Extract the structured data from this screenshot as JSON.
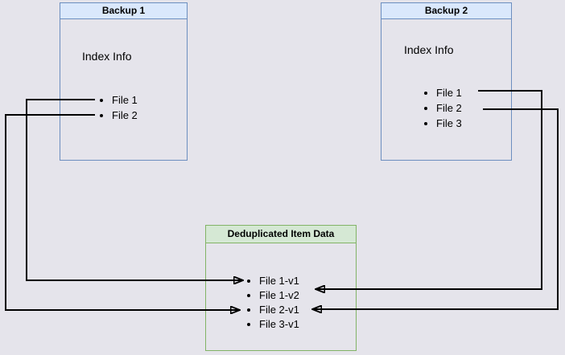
{
  "diagram": {
    "backup1": {
      "title": "Backup 1",
      "index_label": "Index Info",
      "files": [
        "File 1",
        "File 2"
      ]
    },
    "backup2": {
      "title": "Backup 2",
      "index_label": "Index Info",
      "files": [
        "File 1",
        "File 2",
        "File 3"
      ]
    },
    "dedup": {
      "title": "Deduplicated Item Data",
      "items": [
        "File 1-v1",
        "File 1-v2",
        "File 2-v1",
        "File 3-v1"
      ]
    },
    "connections": [
      {
        "from": "Backup 1 / File 1",
        "to": "Deduplicated Item Data / File 1-v1"
      },
      {
        "from": "Backup 1 / File 2",
        "to": "Deduplicated Item Data / File 2-v1"
      },
      {
        "from": "Backup 2 / File 1",
        "to": "Deduplicated Item Data / File 1-v2"
      },
      {
        "from": "Backup 2 / File 2",
        "to": "Deduplicated Item Data / File 2-v1"
      }
    ],
    "colors": {
      "background": "#e5e4eb",
      "backup_header_fill": "#dae8fc",
      "backup_border": "#6c8ebf",
      "dedup_header_fill": "#d5e8d4",
      "dedup_border": "#82b366",
      "connector": "#000000",
      "text": "#000000"
    }
  }
}
